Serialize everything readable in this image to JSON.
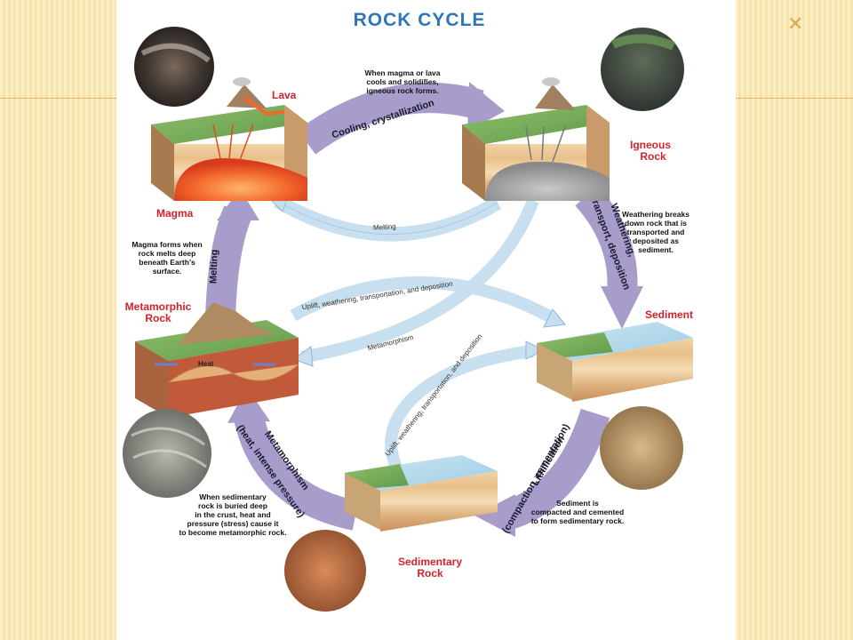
{
  "title": "ROCK CYCLE",
  "labels": {
    "lava": "Lava",
    "magma": "Magma",
    "igneous_1": "Igneous",
    "igneous_2": "Rock",
    "sediment": "Sediment",
    "metamorphic_1": "Metamorphic",
    "metamorphic_2": "Rock",
    "sedimentary_1": "Sedimentary",
    "sedimentary_2": "Rock",
    "heat": "Heat"
  },
  "arrows": {
    "cooling": "Cooling, crystallization",
    "weathering_1": "Weathering,",
    "weathering_2": "transport, deposition",
    "lithification_1": "Lithification",
    "lithification_2": "(compaction, cementation)",
    "metamorphism_1": "Metamorphism",
    "metamorphism_2": "(heat, intense pressure)",
    "melting": "Melting",
    "melting_thin": "Melting",
    "uplift_top": "Uplift, weathering, transportation, and deposition",
    "metamorphism_thin": "Metamorphism",
    "uplift_inner": "Uplift, weathering, transportation, and deposition"
  },
  "captions": {
    "igneous": [
      "When magma or lava",
      "cools and solidifies,",
      "igneous rock forms."
    ],
    "weathering": [
      "Weathering breaks",
      "down rock that is",
      "transported and",
      "deposited as",
      "sediment."
    ],
    "lithification": [
      "Sediment is",
      "compacted and cemented",
      "to form sedimentary rock."
    ],
    "metamorphic": [
      "When sedimentary",
      "rock is buried deep",
      "in the crust, heat and",
      "pressure (stress) cause it",
      "to become metamorphic rock."
    ],
    "magma": [
      "Magma forms when",
      "rock melts deep",
      "beneath Earth's",
      "surface."
    ]
  },
  "colors": {
    "arrow_purple": "#a89ccb",
    "arrow_blue": "#c8dff0",
    "label_red": "#d2232a",
    "title_blue": "#2f76b6"
  }
}
